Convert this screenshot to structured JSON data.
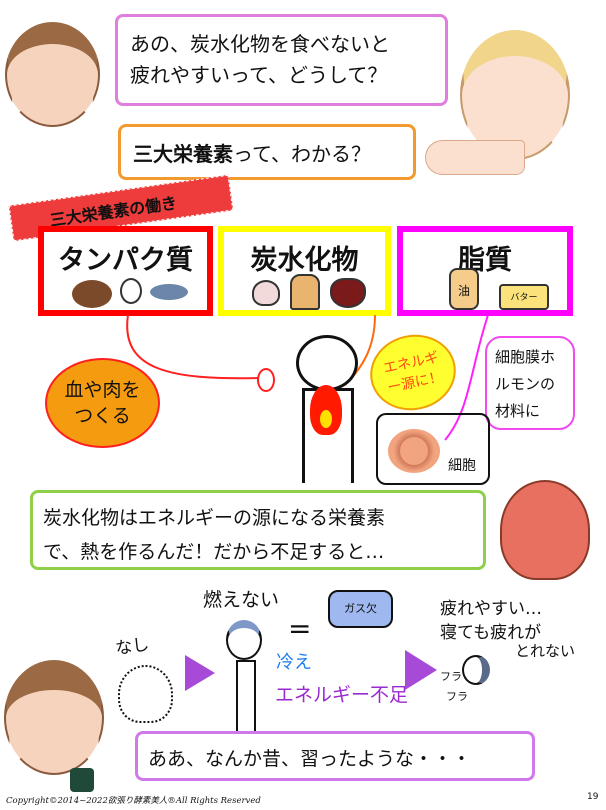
{
  "dialogue": {
    "question_line1": "あの、炭水化物を食べないと",
    "question_line2": "疲れやすいって、どうして？",
    "answer_bold": "三大栄養素",
    "answer_rest": "って、わかる？",
    "explain_line1": "炭水化物はエネルギーの源になる栄養素",
    "explain_line2": "で、熱を作るんだ！だから不足すると…",
    "reply": "ああ、なんか昔、習ったような・・・"
  },
  "ribbon": "三大栄養素の働き",
  "nutrients": [
    {
      "name": "タンパク質",
      "color": "#ff0000"
    },
    {
      "name": "炭水化物",
      "color": "#ffff00"
    },
    {
      "name": "脂質",
      "color": "#ff00ff"
    }
  ],
  "food_labels": {
    "oil": "油",
    "butter": "バター"
  },
  "roles": {
    "protein": "血や肉をつくる",
    "carb": "エネルギー源に！",
    "fat": "細胞膜ホルモンの材料に",
    "cell": "細胞"
  },
  "flow": {
    "none": "なし",
    "cant_burn": "燃えない",
    "gas": "ガス欠",
    "cold": "冷え",
    "lack": "エネルギー不足",
    "tired1": "疲れやすい…",
    "tired2": "寝ても疲れが",
    "tired3": "とれない",
    "fura1": "フラ",
    "fura2": "フラ"
  },
  "footer": {
    "copyright": "Copyright©2014~2022欲張り酵素美人®All Rights Reserved",
    "page": "19"
  }
}
